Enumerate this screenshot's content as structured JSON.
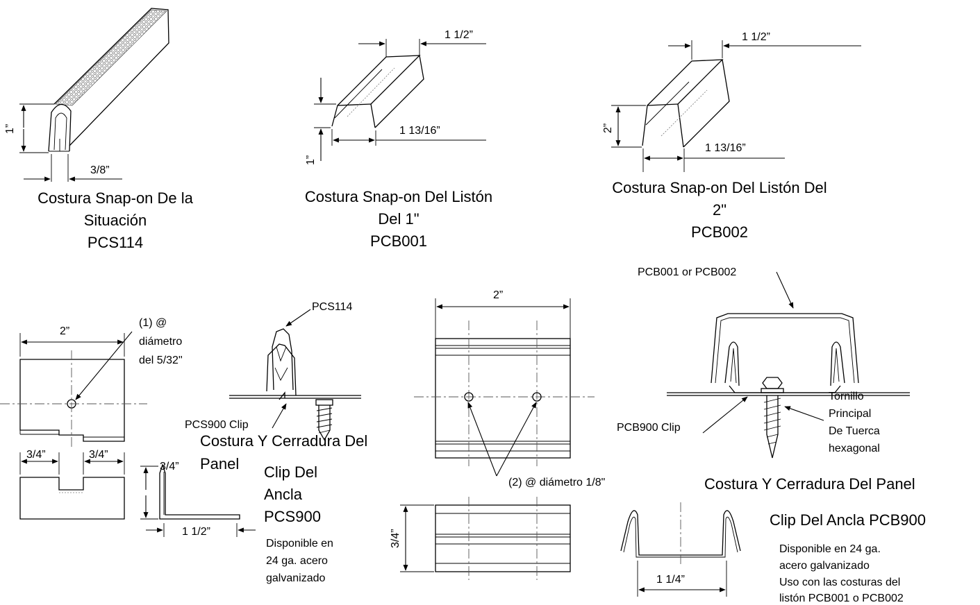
{
  "diagram_1": {
    "dim_height": "1”",
    "dim_width": "3/8”",
    "caption_line1": "Costura Snap-on De la",
    "caption_line2": "Situación",
    "caption_line3": "PCS114"
  },
  "diagram_2": {
    "dim_top": "1 1/2”",
    "dim_bottom": "1 13/16”",
    "dim_height": "1”",
    "caption_line1": "Costura Snap-on Del Listón",
    "caption_line2": "Del 1\"",
    "caption_line3": "PCB001"
  },
  "diagram_3": {
    "dim_top": "1 1/2”",
    "dim_height": "2”",
    "dim_bottom": "1 13/16”",
    "caption_line1": "Costura Snap-on Del Listón Del",
    "caption_line2": "2\"",
    "caption_line3": "PCB002"
  },
  "clip_pcs900": {
    "dim_width": "2”",
    "hole_note_line1": "(1) @",
    "hole_note_line2": "diámetro",
    "hole_note_line3": "del 5/32\"",
    "dim_left": "3/4”",
    "dim_right": "3/4”",
    "side_dim_height": "3/4”",
    "side_dim_width": "1 1/2”"
  },
  "assembly_pcs": {
    "label_top": "PCS114",
    "label_clip": "PCS900 Clip",
    "title_line1": "Costura Y Cerradura Del",
    "title_line2": "Panel",
    "clip_title_line1": "Clip Del",
    "clip_title_line2": "Ancla",
    "clip_title_line3": "PCS900",
    "avail_line1": "Disponible en",
    "avail_line2": "24 ga. acero",
    "avail_line3": "galvanizado"
  },
  "clip_pcb900": {
    "dim_width": "2”",
    "hole_note": "(2) @ diámetro 1/8\"",
    "dim_height": "3/4”",
    "dim_bottom": "1 1/4”"
  },
  "assembly_pcb": {
    "label_top": "PCB001 or PCB002",
    "label_clip": "PCB900 Clip",
    "screw_line1": "Tornillo",
    "screw_line2": "Principal",
    "screw_line3": "De Tuerca",
    "screw_line4": "hexagonal",
    "title": "Costura Y Cerradura Del Panel",
    "clip_title": "Clip Del Ancla PCB900",
    "avail_line1": "Disponible en 24 ga.",
    "avail_line2": "acero galvanizado",
    "avail_line3": "Uso con las costuras del",
    "avail_line4": "listón PCB001 o PCB002"
  }
}
